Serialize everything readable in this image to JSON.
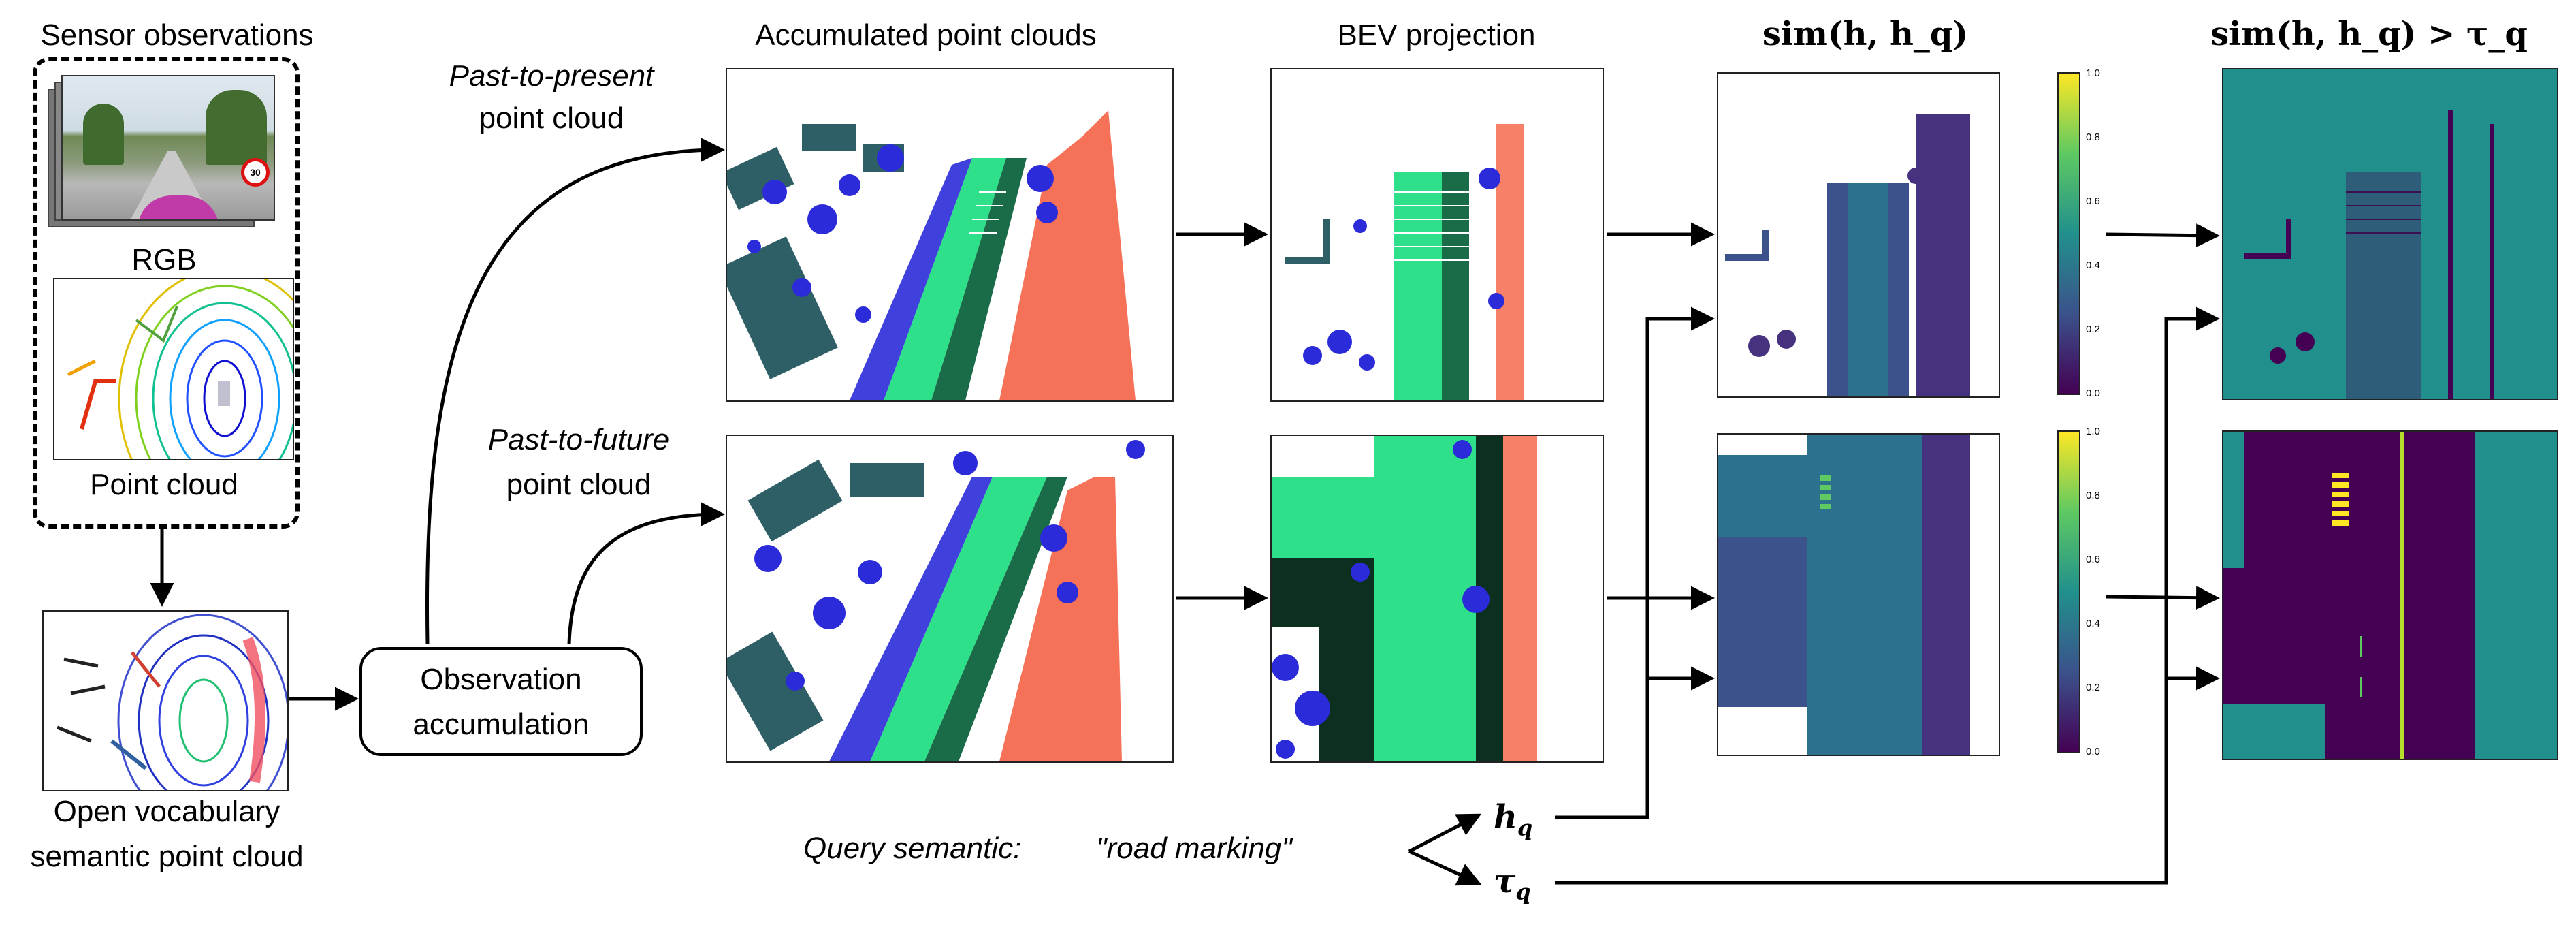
{
  "sensor": {
    "title": "Sensor observations",
    "rgb_label": "RGB",
    "pc_label": "Point cloud",
    "speed_sign": "30"
  },
  "ovsem": {
    "label_line1": "Open vocabulary",
    "label_line2": "semantic point cloud"
  },
  "accumulation": {
    "line1": "Observation",
    "line2": "accumulation"
  },
  "branches": {
    "present_line1": "Past-to-present",
    "present_line2": "point cloud",
    "future_line1": "Past-to-future",
    "future_line2": "point cloud"
  },
  "columns": {
    "accumulated": "Accumulated point clouds",
    "bev": "BEV projection",
    "sim": "sim(h, h_q)",
    "thresh": "sim(h, h_q) > τ_q"
  },
  "query": {
    "label": "Query semantic:",
    "text": "\"road marking\"",
    "h": "h",
    "h_sub": "q",
    "tau": "τ",
    "tau_sub": "q"
  },
  "colorbar": {
    "ticks": [
      "1.0",
      "0.8",
      "0.6",
      "0.4",
      "0.2",
      "0.0"
    ]
  },
  "colors": {
    "road": "#2ee08a",
    "building": "#2f5f66",
    "vegetation": "#2b2bd9",
    "barrier": "#f57258",
    "viridis_low": "#440154",
    "viridis_mid": "#21908c",
    "viridis_high": "#fde725"
  }
}
